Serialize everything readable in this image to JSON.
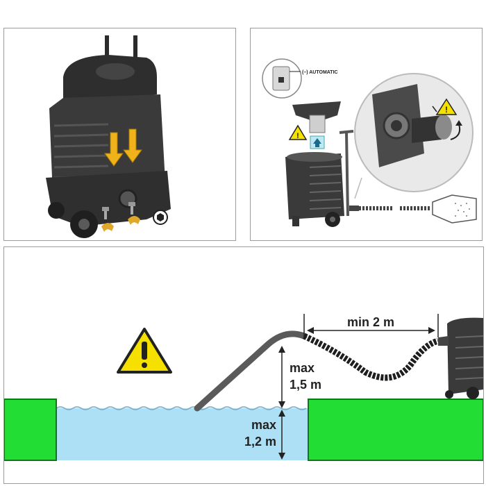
{
  "panel_step1": {
    "label": ""
  },
  "panel_step2": {
    "switch_label": "(–) AUTOMATIC"
  },
  "panel_step3": {
    "distance_label": "min 2 m",
    "height_label_line1": "max",
    "height_label_line2": "1,5 m",
    "depth_label_line1": "max",
    "depth_label_line2": "1,2 m"
  },
  "colors": {
    "ground": "#22dd33",
    "water": "#aee0f5",
    "warning_yellow": "#f5e000",
    "arrow_orange": "#f0b21a",
    "machine_dark": "#3a3a3a"
  },
  "icons": [
    "warning-triangle-icon",
    "down-arrow-icon",
    "hex-socket-icon",
    "rotate-arrow-icon",
    "up-arrow-icon"
  ]
}
